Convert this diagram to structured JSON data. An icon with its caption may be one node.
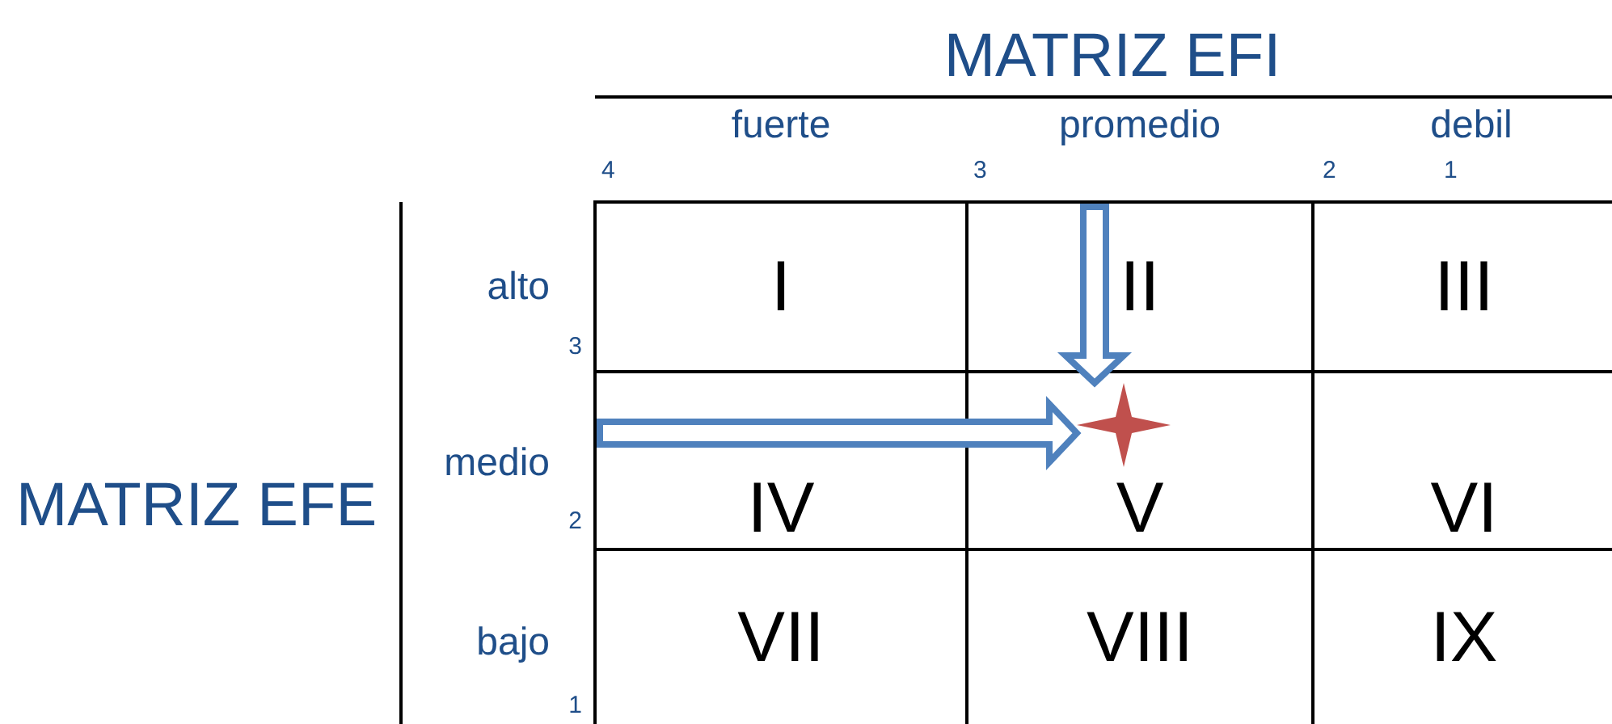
{
  "diagram": {
    "title": "MATRIZ EFI",
    "nodes": [
      {
        "text": [
          "I"
        ]
      },
      {
        "text": [
          "II"
        ]
      },
      {
        "text": [
          "III"
        ]
      },
      {
        "text": [
          "IV"
        ]
      },
      {
        "text": [
          "V"
        ]
      },
      {
        "text": [
          "VI"
        ]
      },
      {
        "text": [
          "VII"
        ]
      },
      {
        "text": [
          "VIII"
        ]
      },
      {
        "text": [
          "IX"
        ]
      },
      {
        "text": [],
        "shape": "star",
        "in": 4
      }
    ],
    "edges": [
      {
        "from": null,
        "to": 9,
        "arrow": "to"
      },
      {
        "from": null,
        "to": 9,
        "arrow": "to"
      }
    ],
    "labels": [
      "fuerte",
      "promedio",
      "debil",
      "4",
      "3",
      "2",
      "1",
      "alto",
      "3",
      "medio",
      "2",
      "bajo",
      "1",
      "MATRIZ EFE"
    ]
  }
}
